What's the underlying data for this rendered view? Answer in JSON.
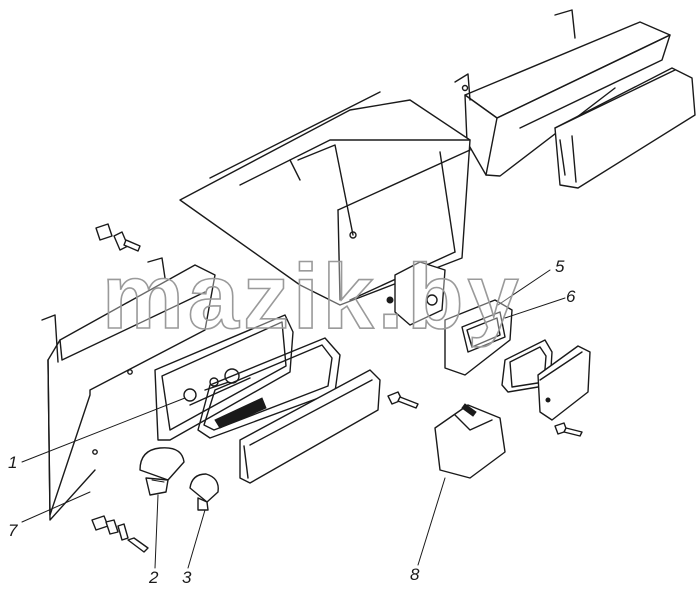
{
  "watermark": "mazik.by",
  "callouts": [
    {
      "id": "1",
      "text": "1"
    },
    {
      "id": "2",
      "text": "2"
    },
    {
      "id": "3",
      "text": "3"
    },
    {
      "id": "5",
      "text": "5"
    },
    {
      "id": "6",
      "text": "6"
    },
    {
      "id": "7",
      "text": "7"
    },
    {
      "id": "8",
      "text": "8"
    }
  ]
}
